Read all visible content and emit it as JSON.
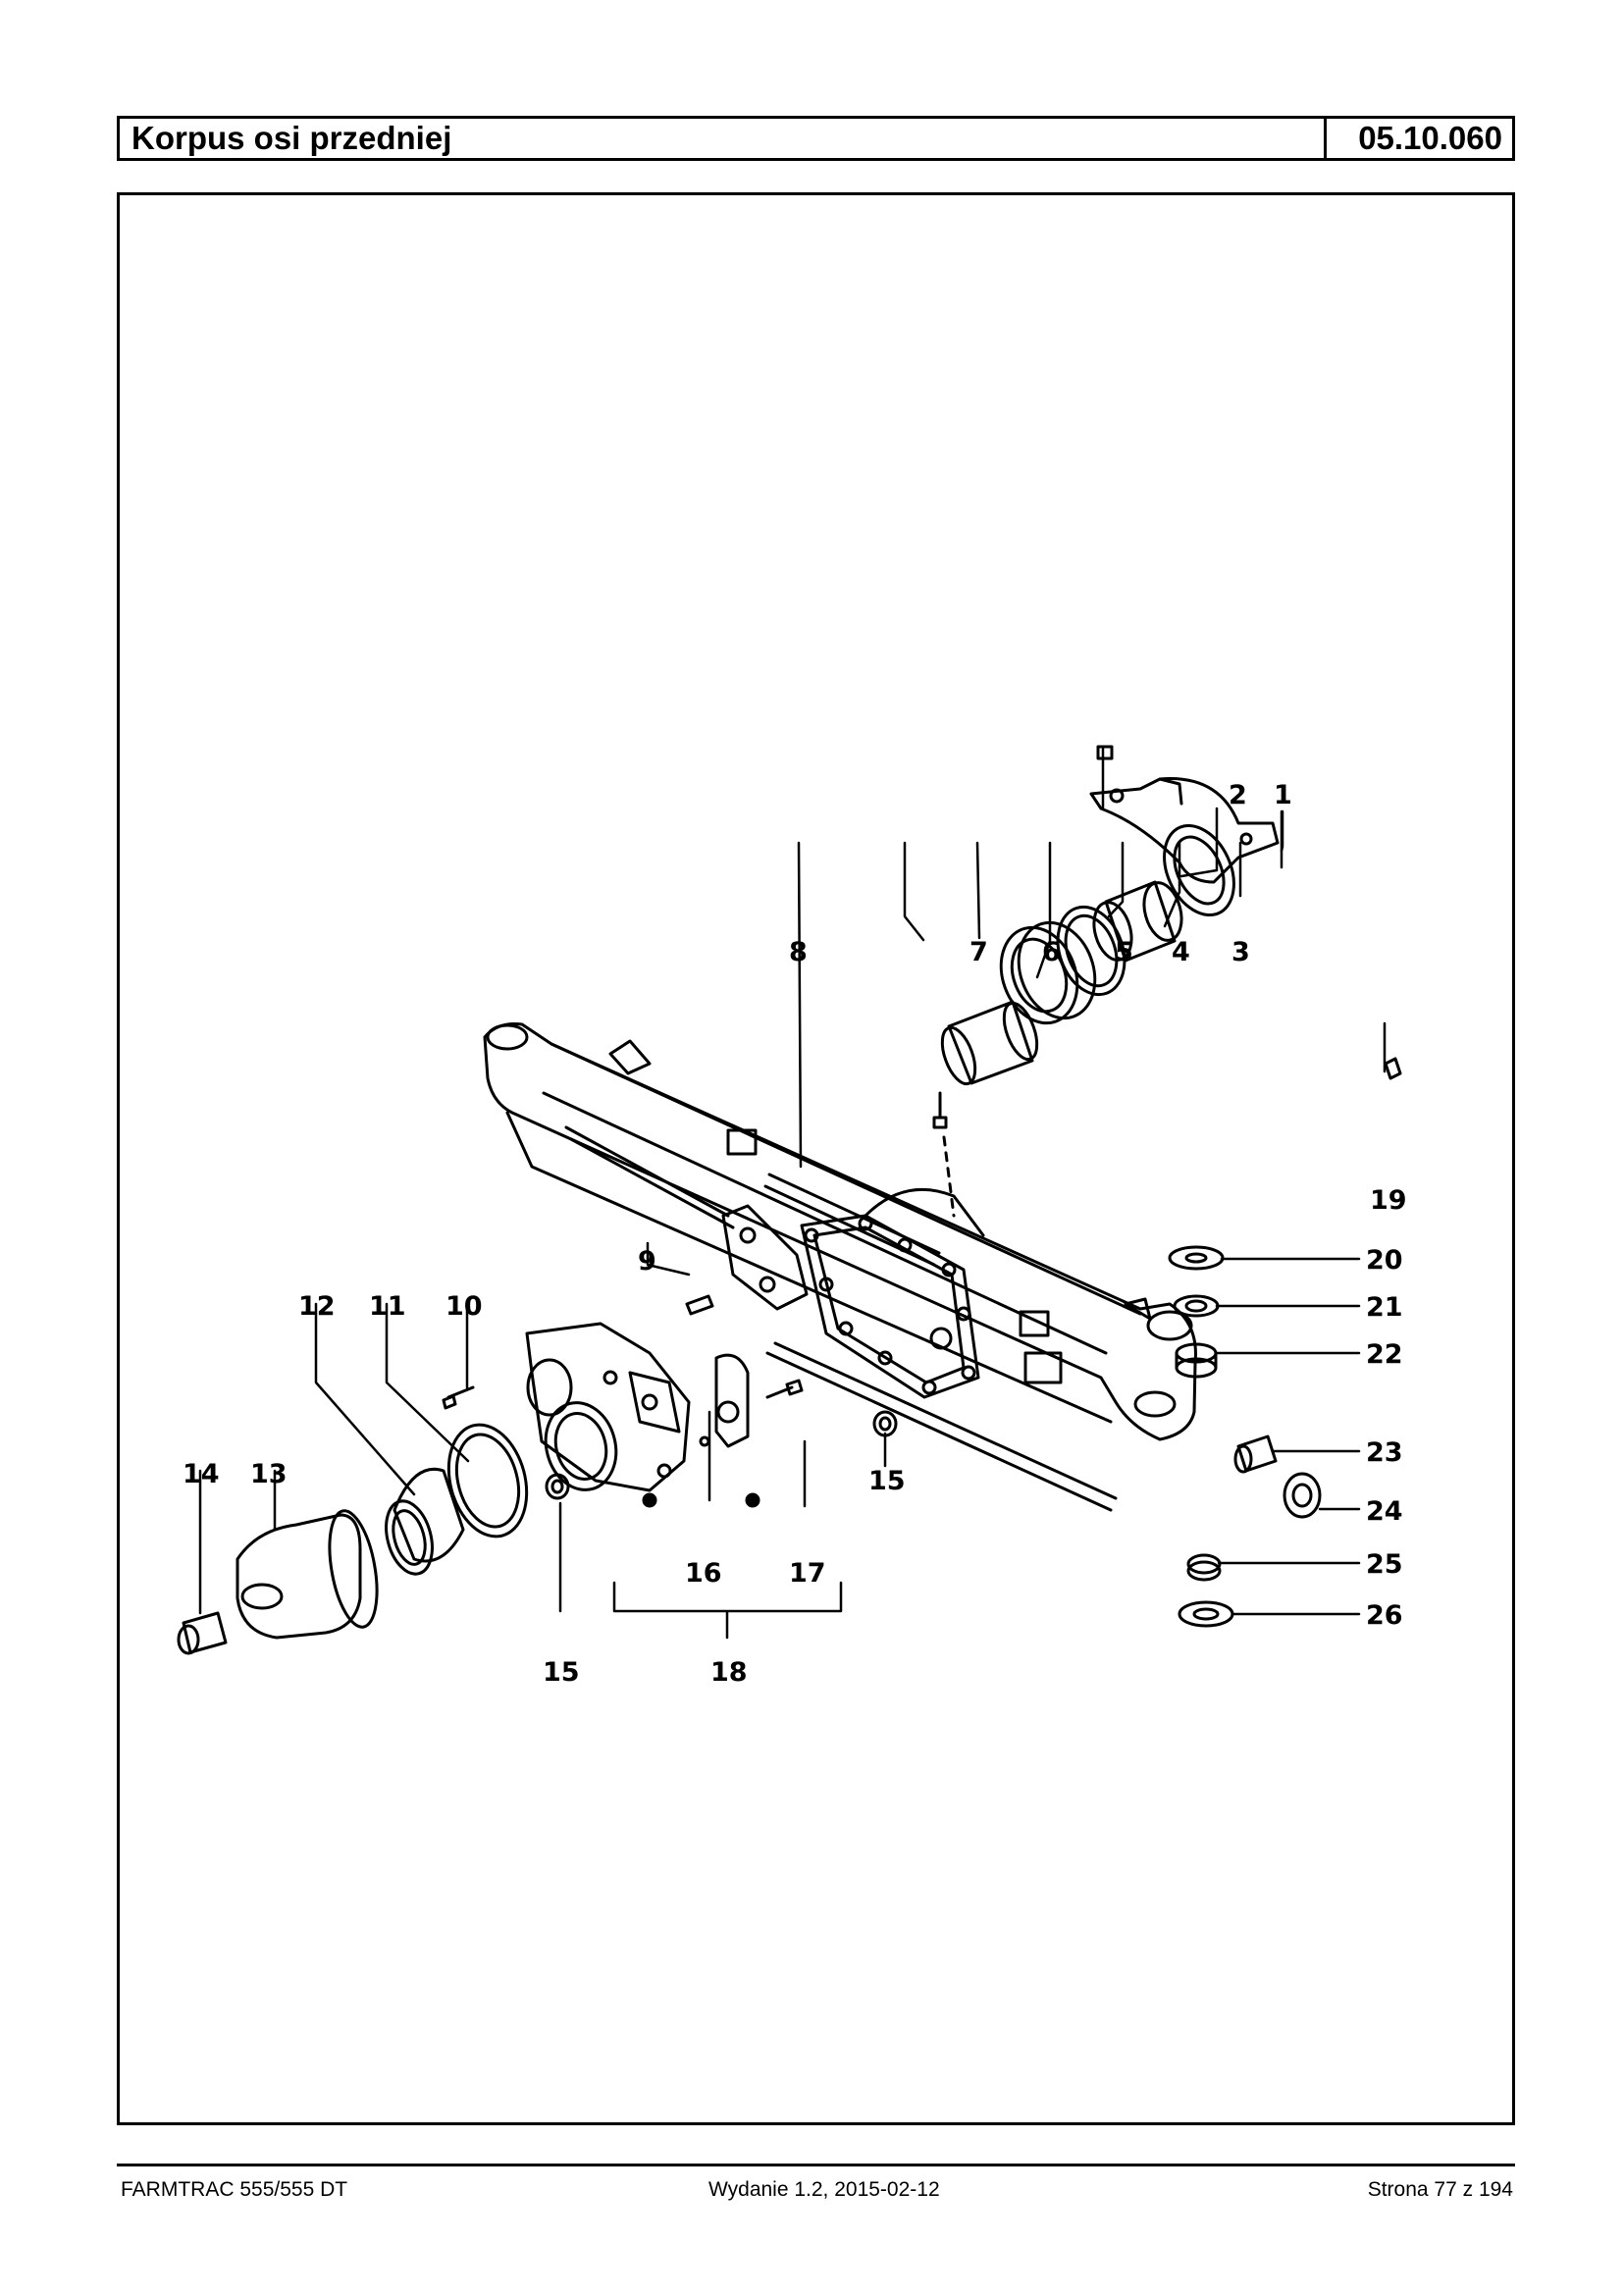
{
  "header": {
    "title": "Korpus osi przedniej",
    "code": "05.10.060"
  },
  "footer": {
    "model": "FARMTRAC 555/555 DT",
    "edition": "Wydanie 1.2,  2015-02-12",
    "page": "Strona 77 z 194"
  },
  "callouts": {
    "c1": "1",
    "c2": "2",
    "c3": "3",
    "c4": "4",
    "c5": "5",
    "c6": "6",
    "c7": "7",
    "c8": "8",
    "c9": "9",
    "c10": "10",
    "c11": "11",
    "c12": "12",
    "c13": "13",
    "c14": "14",
    "c15a": "15",
    "c15b": "15",
    "c16": "16",
    "c17": "17",
    "c18": "18",
    "c19": "19",
    "c20": "20",
    "c21": "21",
    "c22": "22",
    "c23": "23",
    "c24": "24",
    "c25": "25",
    "c26": "26"
  }
}
